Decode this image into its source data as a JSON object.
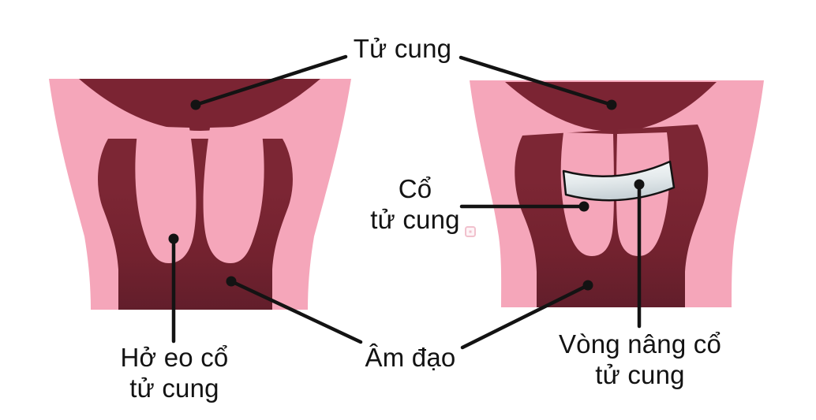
{
  "figure": {
    "type": "medical-anatomy-diagram",
    "panels": [
      "incompetent-cervix",
      "cervix-with-pessary"
    ]
  },
  "labels": {
    "uterus": "Tử cung",
    "cervix_line1": "Cổ",
    "cervix_line2": "tử cung",
    "incompetent_line1": "Hở eo cổ",
    "incompetent_line2": "tử cung",
    "vagina": "Âm đạo",
    "pessary_line1": "Vòng nâng cổ",
    "pessary_line2": "tử cung"
  },
  "colors": {
    "background": "#FFFFFF",
    "tissue_pink": "#F5A6BA",
    "cavity_maroon": "#7B2433",
    "cavity_maroon_dark": "#621E2B",
    "pessary_band_light": "#FAFCFC",
    "pessary_band_shade": "#C7D1D6",
    "line_and_text": "#131313",
    "watermark_pink": "#EFB7C5"
  }
}
